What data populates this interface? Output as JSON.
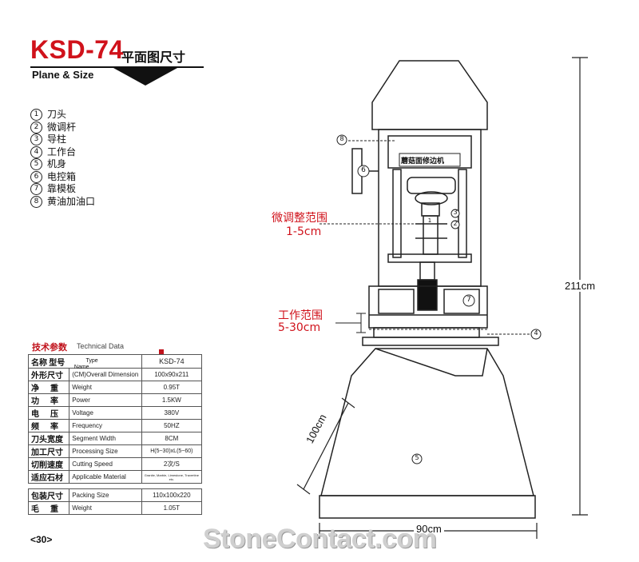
{
  "header": {
    "model": "KSD-74",
    "title_cn": "平面图尺寸",
    "subtitle_en": "Plane & Size"
  },
  "parts": [
    {
      "num": "1",
      "label": "刀头"
    },
    {
      "num": "2",
      "label": "微调杆"
    },
    {
      "num": "3",
      "label": "导柱"
    },
    {
      "num": "4",
      "label": "工作台"
    },
    {
      "num": "5",
      "label": "机身"
    },
    {
      "num": "6",
      "label": "电控箱"
    },
    {
      "num": "7",
      "label": "靠模板"
    },
    {
      "num": "8",
      "label": "黄油加油口"
    }
  ],
  "tech": {
    "title_cn": "技术参数",
    "title_en": "Technical Data",
    "header": {
      "cn_name": "名称",
      "cn_model": "型号",
      "en_type": "Type",
      "en_name": "Name",
      "value": "KSD-74"
    },
    "rows": [
      {
        "cn": "外形尺寸",
        "en": "(CM)Overall Dimension",
        "value": "100x90x211"
      },
      {
        "cn": "净　重",
        "en": "Weight",
        "value": "0.95T"
      },
      {
        "cn": "功　率",
        "en": "Power",
        "value": "1.5KW"
      },
      {
        "cn": "电　压",
        "en": "Voltage",
        "value": "380V"
      },
      {
        "cn": "频　率",
        "en": "Frequency",
        "value": "50HZ"
      },
      {
        "cn": "刀头宽度",
        "en": "Segment Width",
        "value": "8CM"
      },
      {
        "cn": "加工尺寸",
        "en": "Processing Size",
        "value": "H(5~30)xL(5~60)"
      },
      {
        "cn": "切削速度",
        "en": "Cutting Speed",
        "value": "2次/S"
      },
      {
        "cn": "适应石材",
        "en": "Applicable Material",
        "value": "Granite, Marble, Limestone, Travertine etc."
      }
    ],
    "packing": [
      {
        "cn": "包装尺寸",
        "en": "Packing Size",
        "value": "110x100x220"
      },
      {
        "cn": "毛　重",
        "en": "Weight",
        "value": "1.05T"
      }
    ]
  },
  "drawing": {
    "machine_plate": "蘑菇面修边机",
    "fine_adjust_cn": "微调整范围",
    "fine_adjust_range": "1-5cm",
    "work_range_cn": "工作范围",
    "work_range": "5-30cm",
    "height": "211cm",
    "depth": "100cm",
    "width": "90cm",
    "callouts": {
      "c1": "1",
      "c2": "2",
      "c3": "3",
      "c4": "4",
      "c5": "5",
      "c6": "6",
      "c7": "7",
      "c8": "8"
    }
  },
  "page_number": "<30>",
  "watermark": "StoneContact.com"
}
